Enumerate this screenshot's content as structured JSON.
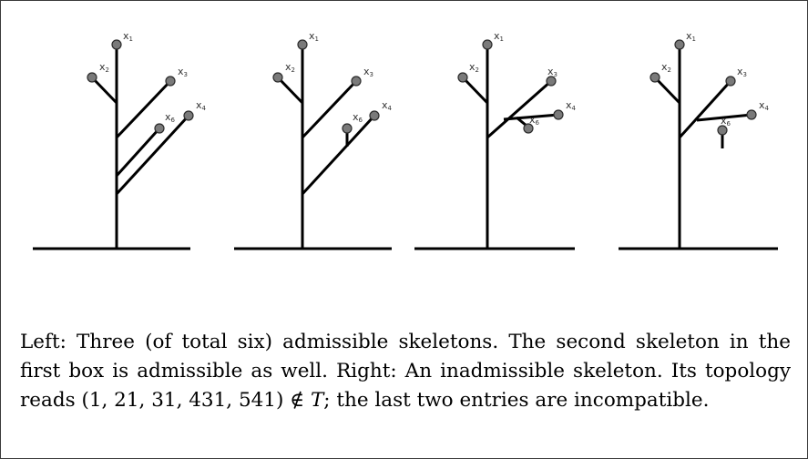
{
  "labels": {
    "x1": {
      "base": "x",
      "sub": "1"
    },
    "x2": {
      "base": "x",
      "sub": "2"
    },
    "x3": {
      "base": "x",
      "sub": "3"
    },
    "x4": {
      "base": "x",
      "sub": "4"
    },
    "x6": {
      "base": "x",
      "sub": "6"
    }
  },
  "caption": {
    "part1": "Left: Three (of total six) admissible skeletons. The second skeleton in the first box is admissible as well. Right: An inadmissible skeleton. Its topology reads (1, 21, 31, 431, 541) ∉ ",
    "set_symbol": "T",
    "part2": "; the last two entries are incompatible."
  }
}
